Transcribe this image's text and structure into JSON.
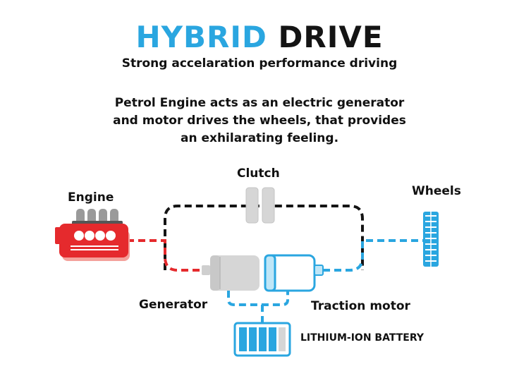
{
  "title": {
    "part1": "HYBRID",
    "part2": "DRIVE"
  },
  "subtitle": "Strong accelaration performance driving",
  "description": [
    "Petrol Engine acts as an electric generator",
    "and motor drives the wheels, that provides",
    "an exhilarating feeling."
  ],
  "labels": {
    "clutch": "Clutch",
    "engine": "Engine",
    "wheels": "Wheels",
    "generator": "Generator",
    "traction_motor": "Traction motor",
    "battery": "LITHIUM-ION BATTERY"
  },
  "colors": {
    "blue": "#2aa6e0",
    "red": "#e52a2d",
    "dark": "#141414",
    "gray": "#d6d6d6"
  },
  "icons": [
    "engine-icon",
    "clutch-icon",
    "generator-icon",
    "traction-motor-icon",
    "wheel-icon",
    "battery-icon"
  ]
}
